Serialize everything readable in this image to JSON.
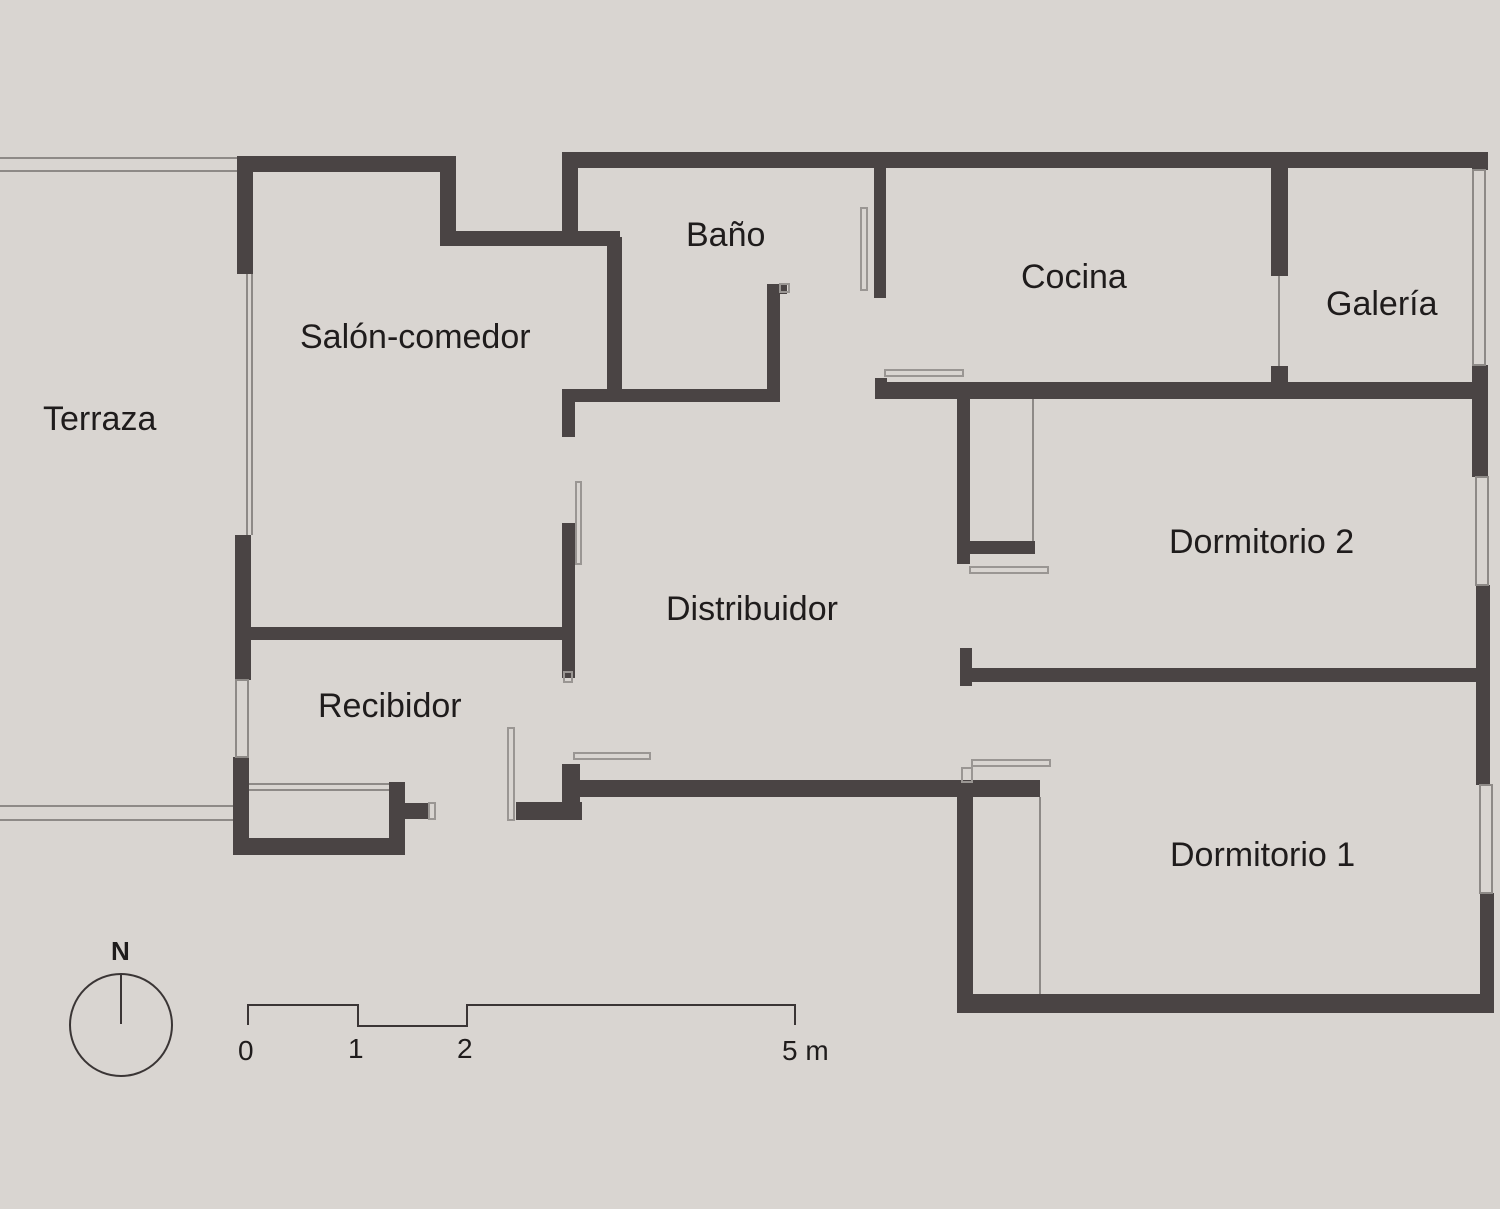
{
  "rooms": {
    "terraza": "Terraza",
    "salon": "Salón-comedor",
    "bano": "Baño",
    "cocina": "Cocina",
    "galeria": "Galería",
    "dormitorio2": "Dormitorio 2",
    "distribuidor": "Distribuidor",
    "recibidor": "Recibidor",
    "dormitorio1": "Dormitorio 1"
  },
  "compass": {
    "label": "N"
  },
  "scale_bar": {
    "ticks": [
      "0",
      "1",
      "2",
      "5 m"
    ]
  },
  "colors": {
    "background": "#d9d5d1",
    "wall": "#4a4444",
    "text": "#1f1c1c"
  }
}
